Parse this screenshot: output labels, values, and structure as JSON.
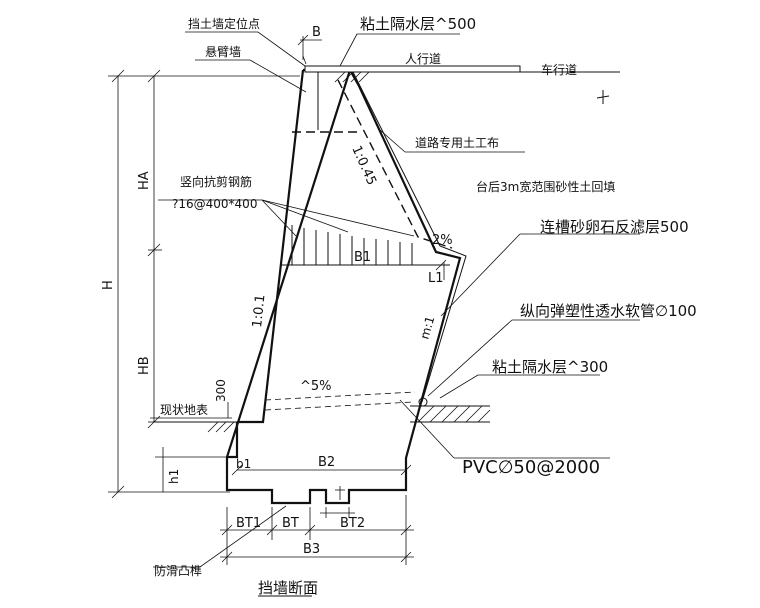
{
  "labels": {
    "wall_locator": "挡土墙定位点",
    "cantilever_wall": "悬臂墙",
    "dim_b": "B",
    "clay_seal_top": "粘土隔水层^500",
    "sidewalk": "人行道",
    "carriageway": "车行道",
    "geotextile": "道路专用土工布",
    "slope_back": "1:0.45",
    "backfill": "台后3m宽范围砂性土回填",
    "shear_rebar_title": "竖向抗剪钢筋",
    "shear_rebar_spec": "?16@400*400",
    "gravel_filter": "连槽砂卵石反滤层500",
    "slope_2pct": "2%",
    "dim_b1": "B1",
    "dim_l1": "L1",
    "drain_pipe": "纵向弹塑性透水软管∅100",
    "slope_front": "1:0.1",
    "slope_m": "m:1",
    "clay_seal_bottom": "粘土隔水层^300",
    "dim_h": "H",
    "dim_ha": "HA",
    "dim_hb": "HB",
    "dim_300": "300",
    "slope_5pct": "^5%",
    "existing_ground": "现状地表",
    "dim_b2": "B2",
    "dim_b1_small": "b1",
    "dim_h1": "h1",
    "pvc_pipe": "PVC∅50@2000",
    "dim_bt1": "BT1",
    "dim_bt": "BT",
    "dim_bt2": "BT2",
    "dim_b3": "B3",
    "anti_slip_key": "防滑凸榫",
    "section_title": "挡墙断面"
  }
}
